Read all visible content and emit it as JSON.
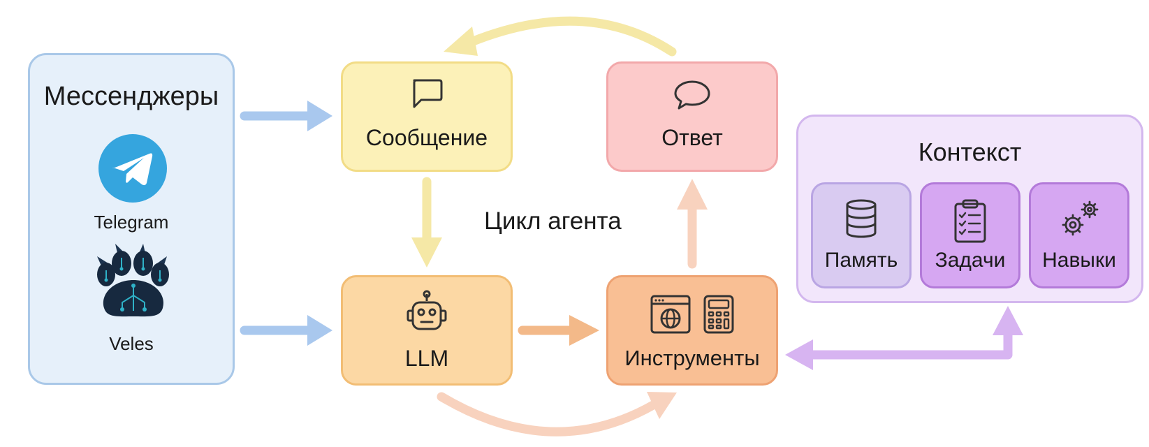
{
  "messengers": {
    "title": "Мессенджеры",
    "items": [
      {
        "label": "Telegram",
        "icon": "telegram-logo"
      },
      {
        "label": "Veles",
        "icon": "veles-paw-logo"
      }
    ]
  },
  "agent_loop": {
    "label": "Цикл агента",
    "message": {
      "label": "Сообщение",
      "icon": "chat-square-icon"
    },
    "answer": {
      "label": "Ответ",
      "icon": "chat-bubble-icon"
    },
    "llm": {
      "label": "LLM",
      "icon": "robot-icon"
    },
    "tools": {
      "label": "Инструменты",
      "icons": [
        "browser-globe-icon",
        "calculator-icon"
      ]
    }
  },
  "context": {
    "title": "Контекст",
    "items": [
      {
        "label": "Память",
        "icon": "database-icon"
      },
      {
        "label": "Задачи",
        "icon": "clipboard-checklist-icon"
      },
      {
        "label": "Навыки",
        "icon": "gears-icon"
      }
    ]
  },
  "colors": {
    "messengers_bg": "#e6f0fa",
    "message_bg": "#fcf1b8",
    "answer_bg": "#fccaca",
    "llm_bg": "#fcd8a4",
    "tools_bg": "#f9bf94",
    "context_bg": "#f2e6fb",
    "arrow_blue": "#a9c8ee",
    "arrow_yellow": "#f5e8a6",
    "arrow_orange": "#f3b989",
    "arrow_peach": "#f8d2be",
    "arrow_purple": "#d7b4f1"
  }
}
